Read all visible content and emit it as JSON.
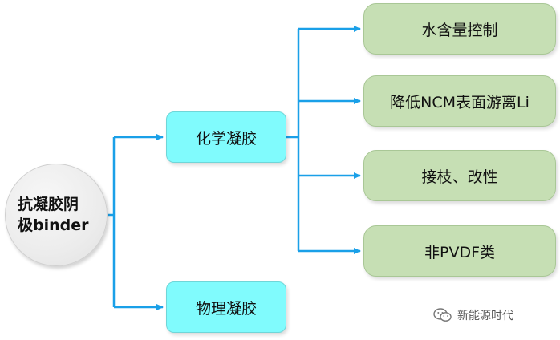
{
  "root": {
    "line1": "抗凝胶阴",
    "line2": "极binder"
  },
  "branches": [
    {
      "label": "化学凝胶",
      "children": [
        "水含量控制",
        "降低NCM表面游离Li",
        "接枝、改性",
        "非PVDF类"
      ]
    },
    {
      "label": "物理凝胶",
      "children": []
    }
  ],
  "watermark": {
    "text": "新能源时代",
    "icon": "wechat-icon"
  },
  "colors": {
    "connector": "#1aa0e8",
    "root_fill": "#ececec",
    "mid_fill": "#80fbfd",
    "leaf_fill": "#c6dfb4"
  }
}
